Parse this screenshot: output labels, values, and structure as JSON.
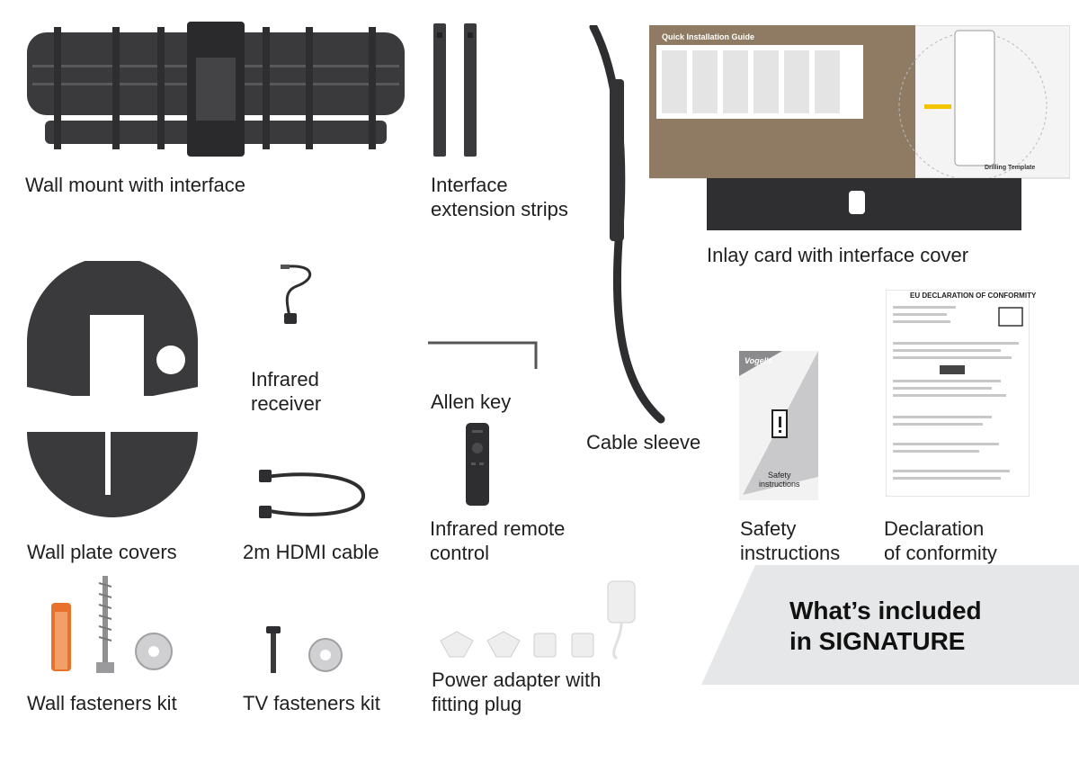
{
  "colors": {
    "product": "#3a3a3c",
    "accent_orange": "#e8722c",
    "banner_bg": "#e6e7e8",
    "guide_brown": "#8f7b63"
  },
  "labels": {
    "wall_mount": "Wall mount with interface",
    "extension_strips": "Interface\nextension strips",
    "inlay_card": "Inlay card with interface cover",
    "wall_plate_covers": "Wall plate covers",
    "ir_receiver": "Infrared\nreceiver",
    "allen_key": "Allen key",
    "cable_sleeve": "Cable sleeve",
    "safety": "Safety\ninstructions",
    "declaration": "Declaration\nof conformity",
    "hdmi": "2m HDMI cable",
    "remote": "Infrared remote\ncontrol",
    "wall_fasteners": "Wall fasteners kit",
    "tv_fasteners": "TV fasteners kit",
    "power_adapter": "Power adapter with\nfitting plug"
  },
  "banner": {
    "text": "What’s included\nin SIGNATURE"
  },
  "small_print": {
    "guide_title": "Quick Installation Guide",
    "drilling_template": "Drilling Template",
    "doc_title": "EU DECLARATION OF CONFORMITY",
    "brand": "Vogel's",
    "safety_small": "Safety\ninstructions"
  },
  "icons": [
    "wall-mount-image",
    "extension-strips-image",
    "cable-sleeve-image",
    "inlay-card-image",
    "wall-plate-covers-image",
    "ir-receiver-image",
    "allen-key-image",
    "remote-control-image",
    "hdmi-cable-image",
    "safety-booklet-image",
    "declaration-document-image",
    "wall-fasteners-image",
    "tv-fasteners-image",
    "power-adapter-image"
  ]
}
